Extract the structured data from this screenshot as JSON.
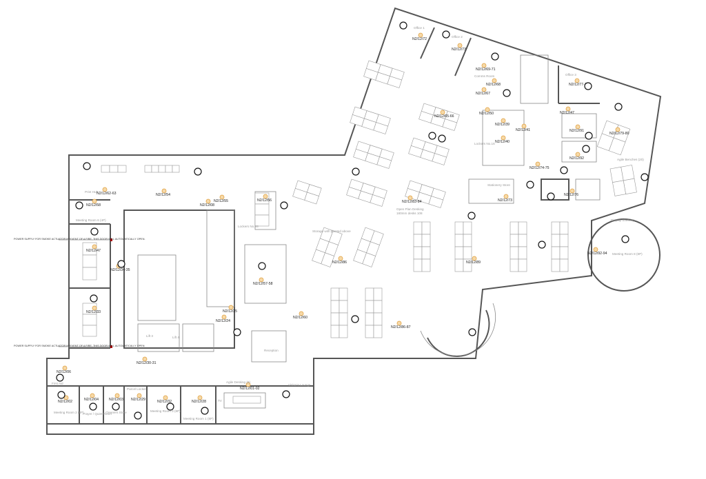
{
  "notes": {
    "smoke_actuator_1": "POWER SUPPLY FOR SMOKE ACTUATOR IN EVENT OF A FIRE, THIS DOOR WILL AUTOMATICALLY OPEN.",
    "smoke_actuator_2": "POWER SUPPLY FOR SMOKE ACTUATOR IN EVENT OF A FIRE, THIS DOOR WILL AUTOMATICALLY OPEN."
  },
  "circuit_refs": [
    "N2/12/72",
    "N2/12/73",
    "N2/12/69-71",
    "N2/12/68",
    "N2/12/67",
    "N2/12/65-66",
    "N2/12/50",
    "N2/12/39",
    "N2/12/41",
    "N2/12/40",
    "N2/12/47",
    "N2/12/77-78",
    "N2/12/91",
    "N2/12/92",
    "N2/12/79-80",
    "N2/12/74-75",
    "N2/12/76",
    "N2/12/73",
    "N2/12/83-84",
    "N2/12/86",
    "N2/12/89",
    "N2/12/92-94",
    "N2/12/86-87",
    "N2/12/60",
    "N2/12/62-63",
    "N2/12/54",
    "N2/12/55",
    "N2/12/08",
    "N2/12/58",
    "N2/12/56",
    "N2/12/47",
    "N2/12/34-35",
    "N2/12/57-58",
    "N2/12/33",
    "N2/12/25",
    "N2/12/24",
    "N2/12/30-31",
    "N2/12/06",
    "N2/12/02",
    "N2/12/04",
    "N2/12/03",
    "N2/12/29",
    "N2/12/32",
    "N2/12/28",
    "N2/12/01-02"
  ],
  "rooms": {
    "office1": "Office 1",
    "office2": "Office 2",
    "office3": "Office 3",
    "comms": "Comms Room",
    "lockers_right": "Lockers No.16",
    "agile_benches": "Agile Benches (20)",
    "open_plan": "Open Plan Desking",
    "open_plan_sub": "180mm desks 108",
    "stationery": "Stationery Store",
    "display": "Display Shelving",
    "meeting8": "Meeting Room 8 (8P)",
    "storage": "Storage with planted above",
    "lockers_mid": "Lockers No.28",
    "reception": "Reception",
    "visitors": "Visitor's Lounge",
    "agile_desking": "Agile Desking (8)",
    "parcel": "Parcel Locker",
    "meeting3": "Meeting Room 3 (8P)",
    "meeting1": "Meeting Room 1 (8P)",
    "meeting2": "Meeting Room 2 (8P)",
    "meeting6": "Meeting Room 6 (4P)",
    "cleaners": "Cleaners Store",
    "prayer": "Prayer / Quiet Room",
    "print_hub": "Print Hub",
    "tv": "TV",
    "lift3": "Lift 3",
    "lift4": "Lift 4",
    "first_aid": "First Aid"
  },
  "colors": {
    "wall": "#555555",
    "marker": "#e0a040",
    "ref_text": "#222222",
    "room_text": "#999999"
  }
}
